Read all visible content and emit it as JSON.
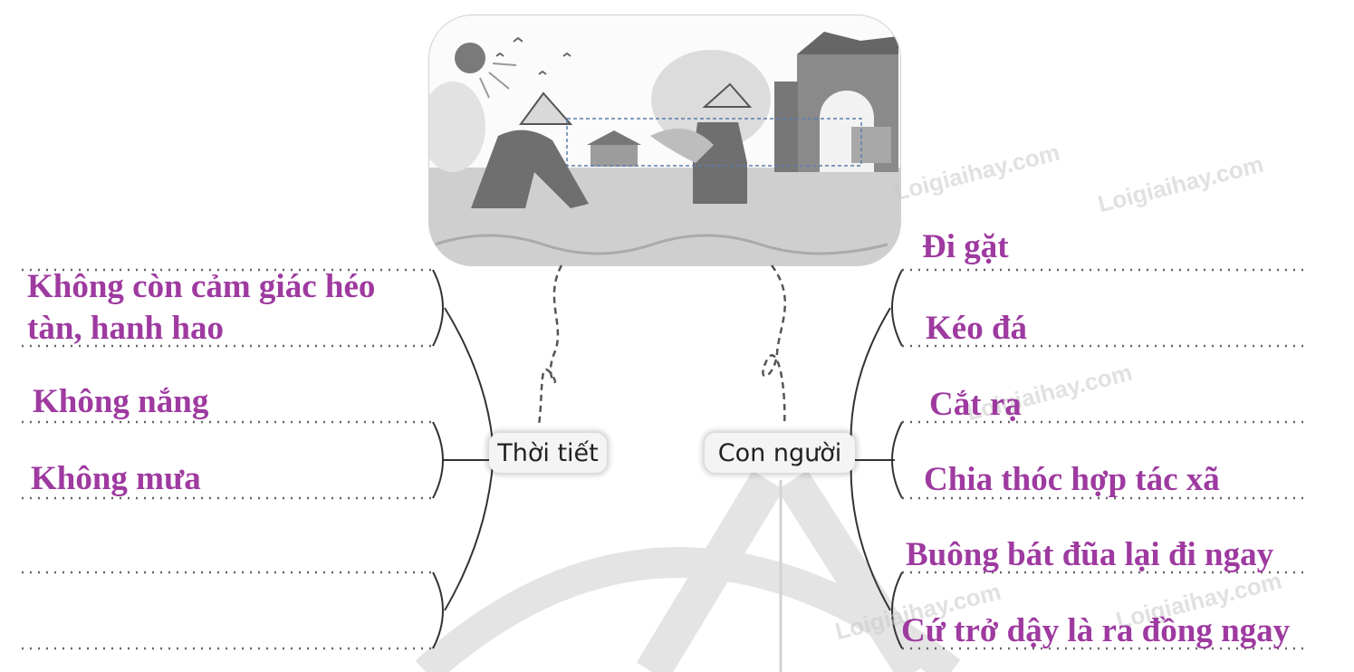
{
  "colors": {
    "answer_text": "#9e3aa0",
    "line": "#333333",
    "dotted_line": "#666666",
    "label_background": "#f4f4f4",
    "watermark": "#c9c9c9"
  },
  "illustration": {
    "description_icon": "rice-harvest-illustration-icon"
  },
  "nodes": {
    "left_label": "Thời tiết",
    "right_label": "Con người"
  },
  "left_answers": [
    "Không còn cảm giác héo\ntàn, hanh hao",
    "Không nắng",
    "Không mưa"
  ],
  "right_answers": [
    "Đi gặt",
    "Kéo đá",
    "Cắt rạ",
    "Chia thóc hợp tác xã",
    "Buông bát đũa lại đi ngay",
    "Cứ trở dậy là ra đồng ngay"
  ],
  "watermarks": [
    "Loigiaihay.com",
    "Loigiaihay.com",
    "Loigiaihay.com",
    "Loigiaihay.com",
    "Loigiaihay.com"
  ]
}
